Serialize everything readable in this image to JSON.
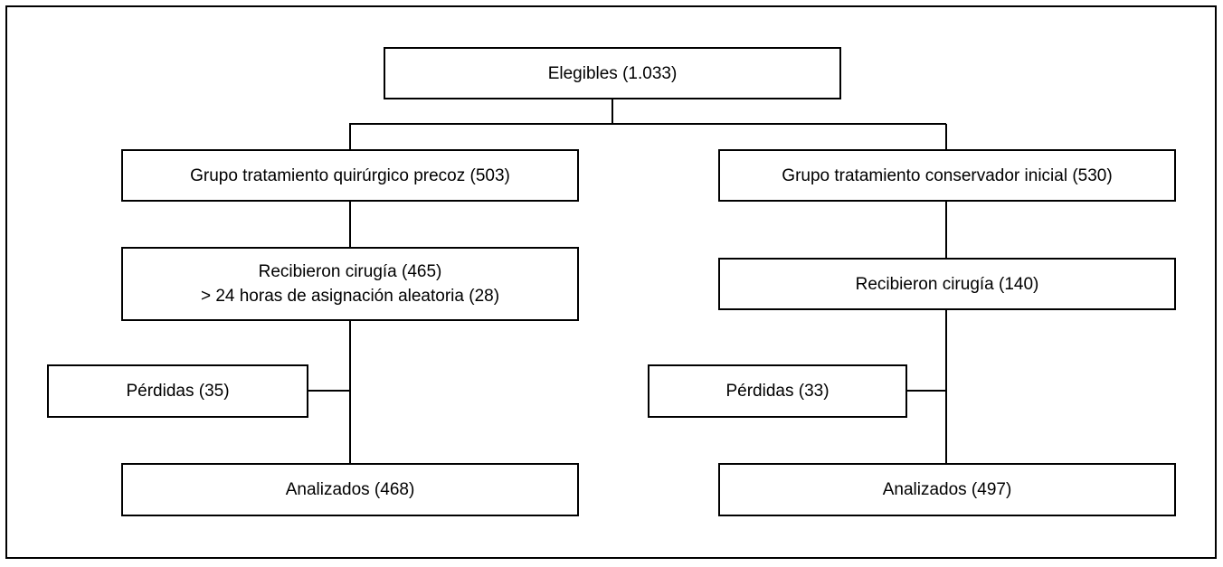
{
  "diagram": {
    "type": "flowchart",
    "language": "es",
    "title": "",
    "stroke_color": "#000000",
    "background_color": "#ffffff",
    "nodes": {
      "eligibles": {
        "line1": "Elegibles (1.033)"
      },
      "surgical_group": {
        "line1": "Grupo tratamiento quirúrgico precoz (503)"
      },
      "conservative_group": {
        "line1": "Grupo tratamiento conservador inicial (530)"
      },
      "surgery_left": {
        "line1": "Recibieron cirugía (465)",
        "line2": "> 24 horas de asignación aleatoria (28)"
      },
      "surgery_right": {
        "line1": "Recibieron cirugía (140)"
      },
      "losses_left": {
        "line1": "Pérdidas (35)"
      },
      "losses_right": {
        "line1": "Pérdidas (33)"
      },
      "analyzed_left": {
        "line1": "Analizados (468)"
      },
      "analyzed_right": {
        "line1": "Analizados (497)"
      }
    }
  }
}
